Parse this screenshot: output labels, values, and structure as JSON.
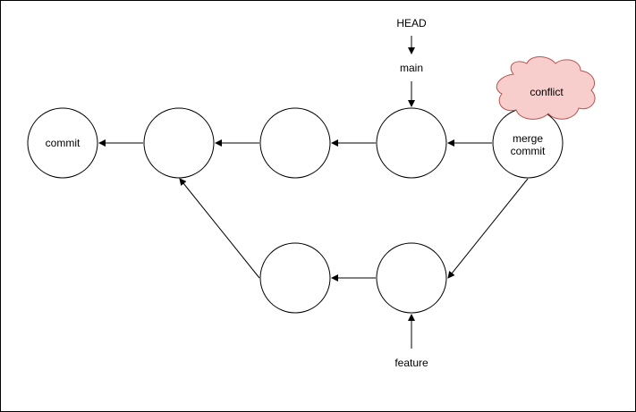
{
  "diagram": {
    "pointers": {
      "head": "HEAD",
      "main": "main",
      "feature": "feature"
    },
    "nodes": {
      "root_commit": "commit",
      "merge_commit_line1": "merge",
      "merge_commit_line2": "commit"
    },
    "callout": {
      "text": "conflict",
      "fill": "#f8cecc",
      "stroke": "#b85450"
    },
    "colors": {
      "stroke": "#000000",
      "node_fill": "#ffffff"
    }
  }
}
